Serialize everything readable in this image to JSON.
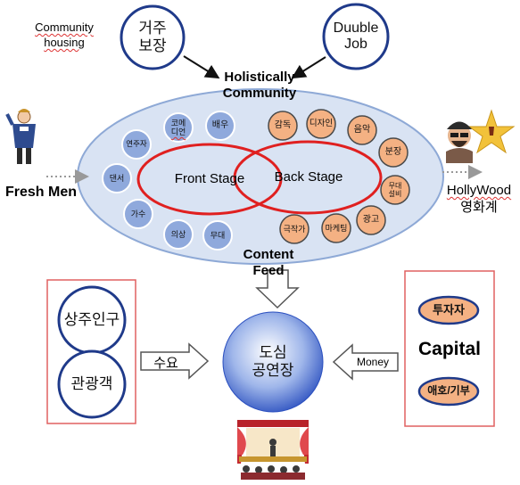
{
  "top_left_label": [
    "Community",
    "housing"
  ],
  "top_circles": [
    {
      "lines": [
        "거주",
        "보장"
      ]
    },
    {
      "lines": [
        "Duuble",
        "Job"
      ]
    }
  ],
  "ellipse_title": [
    "Holistically",
    "Community"
  ],
  "ellipse_bottom": [
    "Content",
    "Feed"
  ],
  "front_stage": "Front Stage",
  "back_stage": "Back Stage",
  "front_roles": [
    {
      "lines": [
        "코메",
        "디언"
      ]
    },
    {
      "lines": [
        "배우"
      ]
    },
    {
      "lines": [
        "연주자"
      ]
    },
    {
      "lines": [
        "댄서"
      ]
    },
    {
      "lines": [
        "가수"
      ]
    },
    {
      "lines": [
        "의상"
      ]
    },
    {
      "lines": [
        "무대"
      ]
    }
  ],
  "back_roles": [
    {
      "lines": [
        "감독"
      ]
    },
    {
      "lines": [
        "디자인"
      ]
    },
    {
      "lines": [
        "음악"
      ]
    },
    {
      "lines": [
        "분장"
      ]
    },
    {
      "lines": [
        "무대",
        "설비"
      ]
    },
    {
      "lines": [
        "광고"
      ]
    },
    {
      "lines": [
        "마케팅"
      ]
    },
    {
      "lines": [
        "극작가"
      ]
    }
  ],
  "left_label": "Fresh Men",
  "right_label": [
    "HollyWood",
    "영화계"
  ],
  "demand_box": [
    "상주인구",
    "관광객"
  ],
  "demand_arrow_label": "수요",
  "center_circle": [
    "도심",
    "공연장"
  ],
  "money_label": "Money",
  "capital_box": {
    "pills": [
      "투자자",
      "애호/기부"
    ],
    "title": "Capital"
  },
  "colors": {
    "ellipse_fill": "#d9e3f3",
    "ellipse_stroke": "#8ea9d6",
    "front_fill": "#8fa9dc",
    "back_fill": "#f4b183",
    "navy": "#1f3a8a",
    "red": "#e02020",
    "box_red": "#e06060",
    "sphere_center": "#ffffff",
    "sphere_edge": "#2a56c6"
  },
  "icons": [
    "boy-figure-icon",
    "hollywood-star-icon",
    "theater-stage-icon"
  ]
}
